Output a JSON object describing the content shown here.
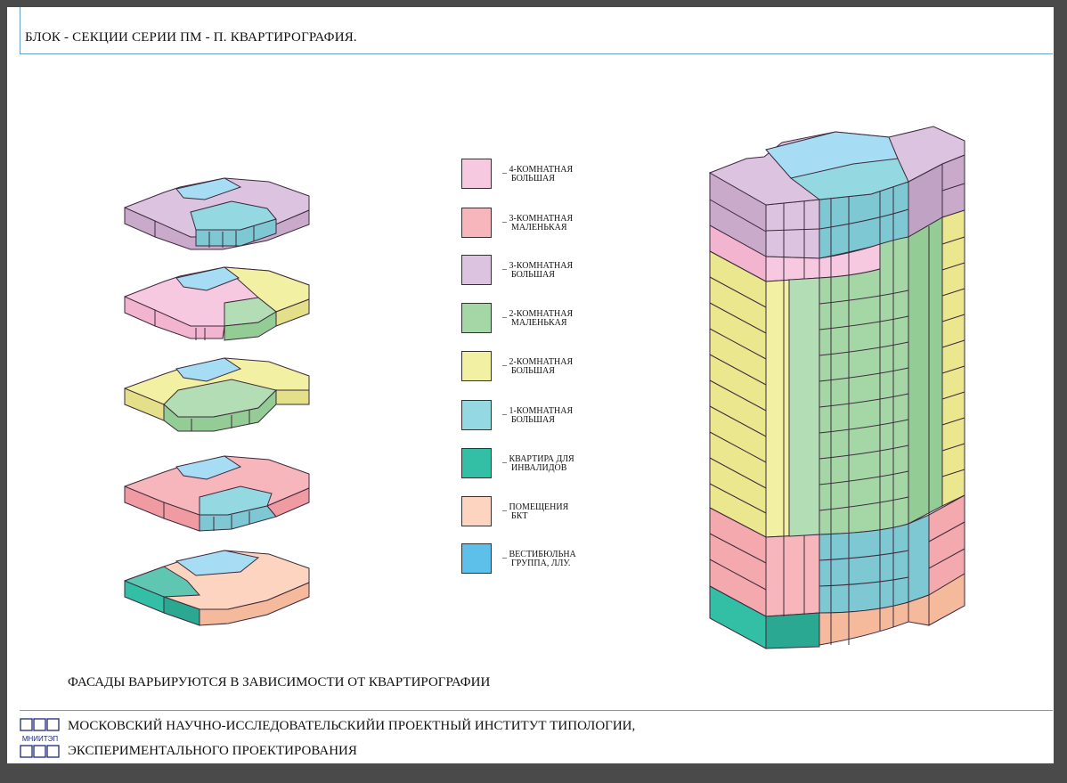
{
  "title": "БЛОК - СЕКЦИИ СЕРИИ ПМ - П.  КВАРТИРОГРАФИЯ.",
  "legend": [
    {
      "line1": "_ 4-КОМНАТНАЯ",
      "line2": "БОЛЬШАЯ",
      "color": "#f7c9e0"
    },
    {
      "line1": "_ 3-КОМНАТНАЯ",
      "line2": "МАЛЕНЬКАЯ",
      "color": "#f6b6bb"
    },
    {
      "line1": "_ 3-КОМНАТНАЯ",
      "line2": "БОЛЬШАЯ",
      "color": "#dcc4e0"
    },
    {
      "line1": "_ 2-КОМНАТНАЯ",
      "line2": "МАЛЕНЬКАЯ",
      "color": "#a4d6a6"
    },
    {
      "line1": "_ 2-КОМНАТНАЯ",
      "line2": "БОЛЬШАЯ",
      "color": "#f2f0a2"
    },
    {
      "line1": "_ 1-КОМНАТНАЯ",
      "line2": "БОЛЬШАЯ",
      "color": "#94d8e2"
    },
    {
      "line1": "_ КВАРТИРА ДЛЯ",
      "line2": "ИНВАЛИДОВ",
      "color": "#32bfa6"
    },
    {
      "line1": "_ ПОМЕЩЕНИЯ",
      "line2": "БКТ",
      "color": "#fcd4bf"
    },
    {
      "line1": "_ ВЕСТИБЮЛЬНА",
      "line2": "ГРУППА, ЛЛУ.",
      "color": "#5cc0ea"
    }
  ],
  "note": "ФАСАДЫ ВАРЬИРУЮТСЯ В ЗАВИСИМОСТИ ОТ КВАРТИРОГРАФИИ",
  "footer": {
    "line1": "МОСКОВСКИЙ НАУЧНО-ИССЛЕДОВАТЕЛЬСКИЙИ ПРОЕКТНЫЙ ИНСТИТУТ ТИПОЛОГИИ,",
    "line2": "ЭКСПЕРИМЕНТАЛЬНОГО ПРОЕКТИРОВАНИЯ",
    "logo_text": "МНИИТЭП"
  },
  "colors": {
    "four_big": "#f7c9e0",
    "three_small": "#f6b6bb",
    "three_big": "#dcc4e0",
    "two_small": "#a4d6a6",
    "two_big": "#f2f0a2",
    "one_big": "#94d8e2",
    "disabled": "#32bfa6",
    "bkt": "#fcd4bf",
    "lobby": "#5cc0ea",
    "lobby_top": "#a6dcf4"
  }
}
